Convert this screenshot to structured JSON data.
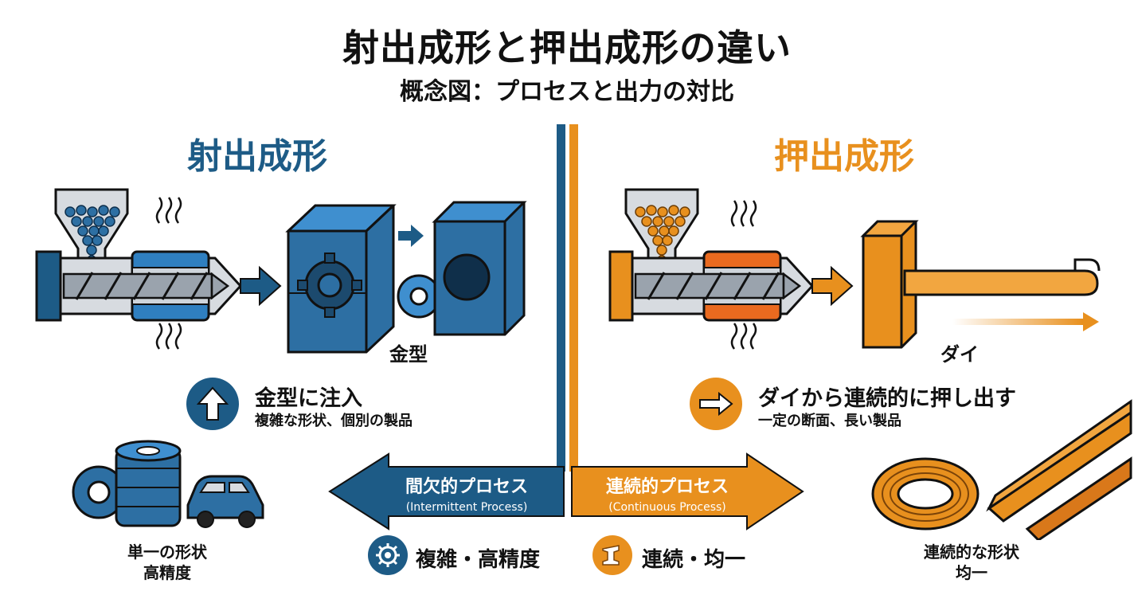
{
  "title": "射出成形と押出成形の違い",
  "subtitle": "概念図：プロセスと出力の対比",
  "injection": {
    "heading": "射出成形",
    "mold_label": "金型",
    "action_title": "金型に注入",
    "action_desc": "複雑な形状、個別の製品",
    "output_line1": "単一の形状",
    "output_line2": "高精度",
    "process_label": "間欠的プロセス",
    "process_label_en": "(Intermittent Process)",
    "feature": "複雑・高精度",
    "color": "#1d5b86"
  },
  "extrusion": {
    "heading": "押出成形",
    "die_label": "ダイ",
    "action_title": "ダイから連続的に押し出す",
    "action_desc": "一定の断面、長い製品",
    "output_line1": "連続的な形状",
    "output_line2": "均一",
    "process_label": "連続的プロセス",
    "process_label_en": "(Continuous Process)",
    "feature": "連続・均一",
    "color": "#e8901e"
  },
  "icons": {
    "heater": "heat-wave-icon",
    "injection_action": "arrow-up-icon",
    "extrusion_action": "arrow-right-icon",
    "injection_feature": "gear-icon",
    "extrusion_feature": "beam-profile-icon"
  }
}
